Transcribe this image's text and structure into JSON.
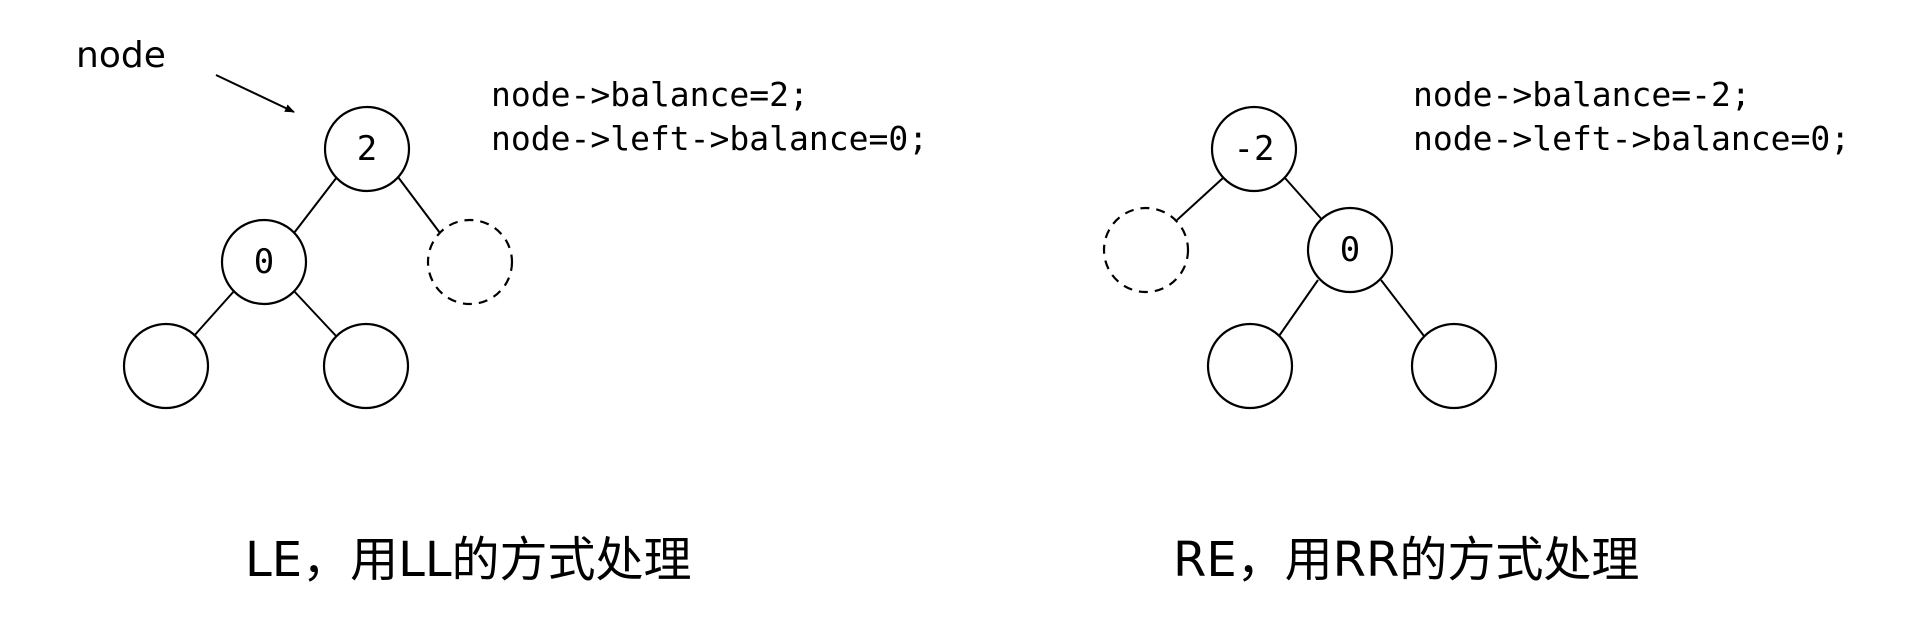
{
  "left_case": {
    "pointer_label": "node",
    "code_lines": [
      "node->balance=2;",
      "node->left->balance=0;"
    ],
    "root_value": "2",
    "child_value": "0",
    "caption": "LE，用LL的方式处理"
  },
  "right_case": {
    "code_lines": [
      "node->balance=-2;",
      "node->left->balance=0;"
    ],
    "root_value": "-2",
    "child_value": "0",
    "caption": "RE，用RR的方式处理"
  }
}
